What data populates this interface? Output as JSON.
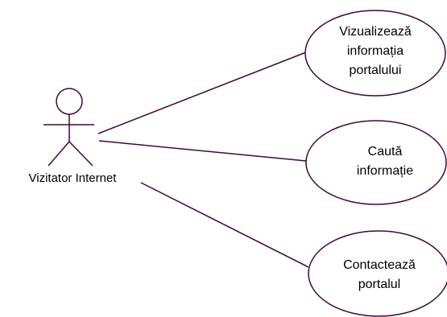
{
  "actor": {
    "label": "Vizitator Internet"
  },
  "use_cases": [
    {
      "lines": [
        "Vizualizează",
        "informația",
        "portalului"
      ]
    },
    {
      "lines": [
        "Caută",
        "informație"
      ]
    },
    {
      "lines": [
        "Contactează",
        "portalul"
      ]
    }
  ],
  "colors": {
    "stroke": "#3b0a3b",
    "text": "#000000",
    "background": "#ffffff"
  }
}
